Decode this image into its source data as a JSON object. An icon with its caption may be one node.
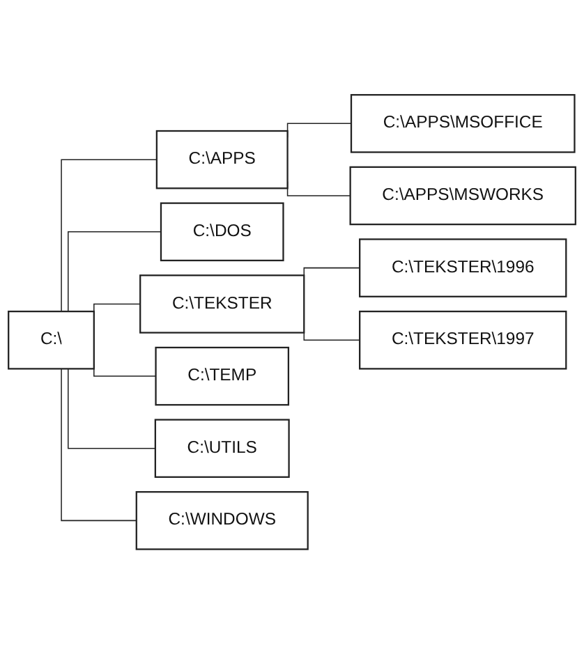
{
  "diagram": {
    "nodes": [
      {
        "text": [
          "C:\\"
        ]
      },
      {
        "text": [
          "C:\\APPS"
        ]
      },
      {
        "text": [
          "C:\\APPS\\MSOFFICE"
        ]
      },
      {
        "text": [
          "C:\\APPS\\MSWORKS"
        ]
      },
      {
        "text": [
          "C:\\DOS"
        ]
      },
      {
        "text": [
          "C:\\TEKSTER"
        ]
      },
      {
        "text": [
          "C:\\TEKSTER\\1996"
        ]
      },
      {
        "text": [
          "C:\\TEKSTER\\1997"
        ]
      },
      {
        "text": [
          "C:\\TEMP"
        ]
      },
      {
        "text": [
          "C:\\UTILS"
        ]
      },
      {
        "text": [
          "C:\\WINDOWS"
        ]
      }
    ],
    "edges": [
      {
        "from": 0,
        "to": 1,
        "arrow": "none"
      },
      {
        "from": 1,
        "to": 2,
        "arrow": "none"
      },
      {
        "from": 1,
        "to": 3,
        "arrow": "none"
      },
      {
        "from": 0,
        "to": 4,
        "arrow": "none"
      },
      {
        "from": 0,
        "to": 5,
        "arrow": "none"
      },
      {
        "from": 5,
        "to": 6,
        "arrow": "none"
      },
      {
        "from": 5,
        "to": 7,
        "arrow": "none"
      },
      {
        "from": 0,
        "to": 8,
        "arrow": "none"
      },
      {
        "from": 0,
        "to": 9,
        "arrow": "none"
      },
      {
        "from": 0,
        "to": 10,
        "arrow": "none"
      }
    ]
  }
}
